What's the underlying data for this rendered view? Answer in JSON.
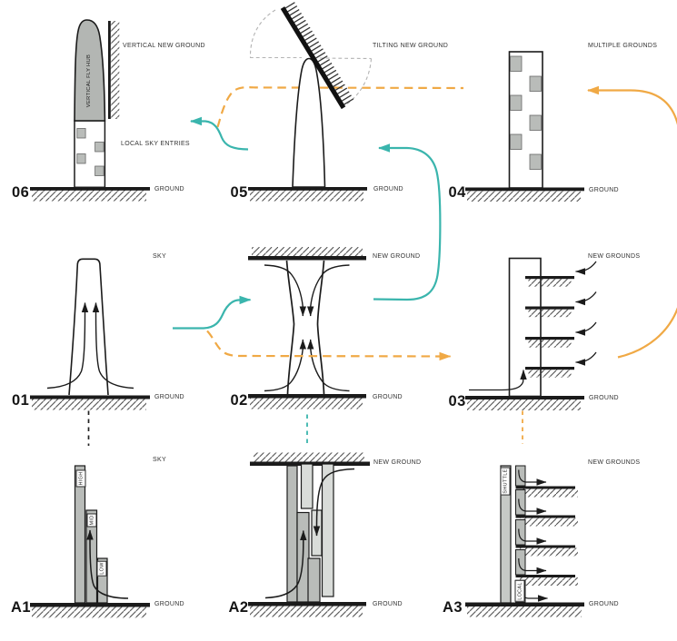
{
  "colors": {
    "teal": "#3AB5AD",
    "orange": "#F0A945",
    "ink": "#1b1b1b",
    "fill_medium": "#b9bcb9",
    "fill_light": "#d9dcd9"
  },
  "panels": {
    "p06": {
      "num": "06",
      "title": "VERTICAL NEW GROUND",
      "sub": "LOCAL SKY ENTRIES",
      "hub": "VERTICAL FLY HUB",
      "ground": "GROUND"
    },
    "p05": {
      "num": "05",
      "title": "TILTING NEW GROUND",
      "ground": "GROUND"
    },
    "p04": {
      "num": "04",
      "title": "MULTIPLE GROUNDS",
      "ground": "GROUND"
    },
    "p01": {
      "num": "01",
      "title": "SKY",
      "ground": "GROUND"
    },
    "p02": {
      "num": "02",
      "title": "NEW GROUND",
      "ground": "GROUND"
    },
    "p03": {
      "num": "03",
      "title": "NEW GROUNDS",
      "ground": "GROUND"
    },
    "pA1": {
      "num": "A1",
      "title": "SKY",
      "ground": "GROUND",
      "bars": [
        "HIGH",
        "MID",
        "LOW"
      ]
    },
    "pA2": {
      "num": "A2",
      "title": "NEW GROUND",
      "ground": "GROUND"
    },
    "pA3": {
      "num": "A3",
      "title": "NEW GROUNDS",
      "ground": "GROUND",
      "shuttle": "SHUTTLE",
      "local": "LOCAL"
    }
  }
}
